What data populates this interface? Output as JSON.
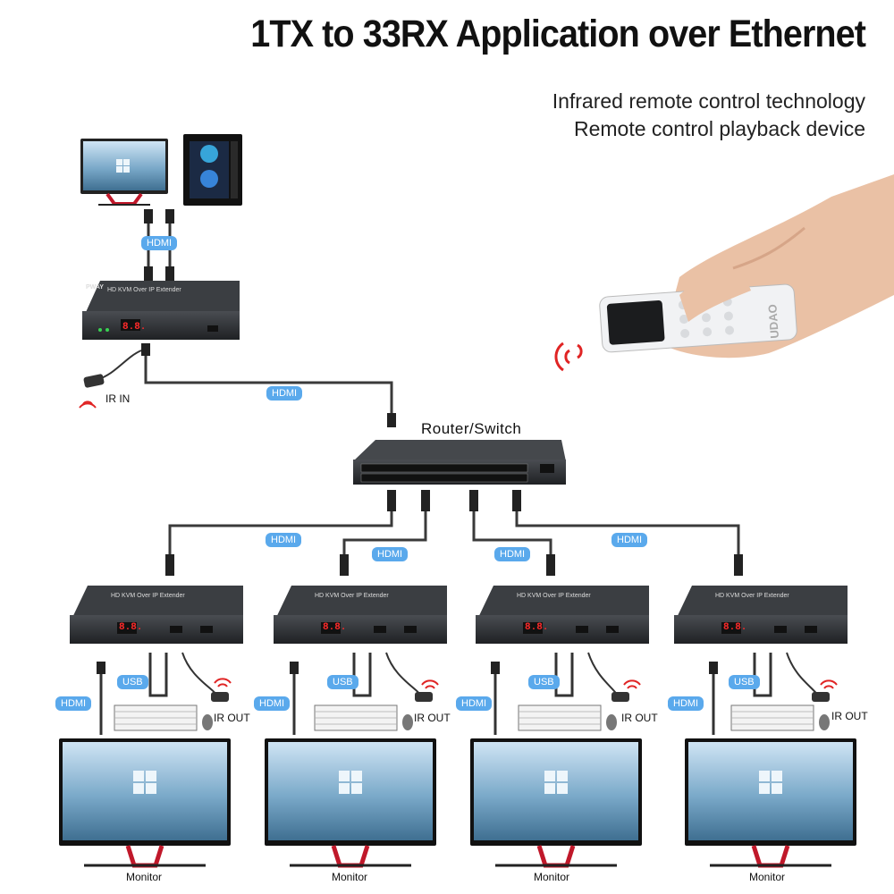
{
  "title": "1TX to 33RX  Application over Ethernet",
  "subtitle_lines": [
    "Infrared remote control technology",
    "Remote control playback device"
  ],
  "labels": {
    "hdmi": "HDMI",
    "usb": "USB",
    "ir_in": "IR IN",
    "ir_out": "IR OUT",
    "router": "Router/Switch",
    "monitor": "Monitor",
    "display_digits": "8.8.",
    "device_name": "HD KVM Over IP Extender",
    "brand": "PWAY",
    "remote_brand": "UDAO"
  },
  "colors": {
    "pill": "#5aa9ec",
    "device": "#2e3033",
    "led": "#ff2a2a",
    "monitor_stand": "#c0182a",
    "cable": "#3a3a3a"
  }
}
